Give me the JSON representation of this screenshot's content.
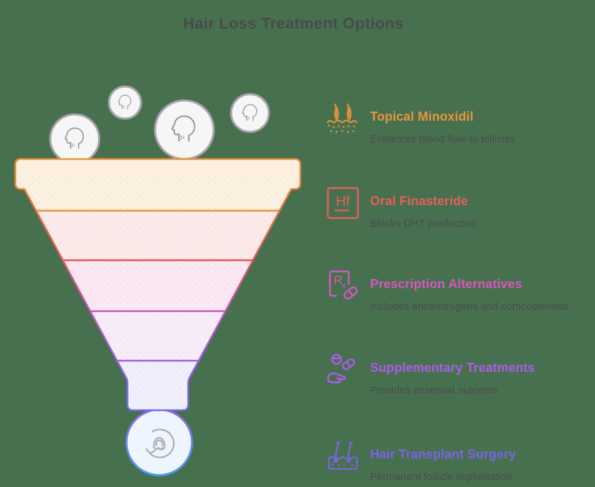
{
  "background_color": "#47714E",
  "header": {
    "title": "Hair Loss Treatment Options",
    "color": "#4A4A4A"
  },
  "funnel": {
    "stage_fills": [
      "#FCF0E1",
      "#FCE9E9",
      "#FBE8F3",
      "#F7ECFA",
      "#F0EFFD"
    ],
    "divider_colors": [
      "#E8943E",
      "#E25757",
      "#D053BC",
      "#A45CE1"
    ],
    "outline_gradient": [
      "#E8923C",
      "#E25A5E",
      "#D054BC",
      "#7569EA"
    ],
    "head_bubbles": {
      "count": 4,
      "fill": "#F7F6F7",
      "stroke": "#A9A4AC",
      "icon": "head-profile-icon"
    },
    "result_bubble": {
      "fill": "#EFF5FE",
      "stroke_top": "#8A68E8",
      "stroke_bottom": "#4D9BEF",
      "icon": "hair-regrowth-cycle-icon",
      "icon_color": "#ACACB0"
    }
  },
  "items": [
    {
      "title": "Topical Minoxidil",
      "description": "Enhances blood flow to follicles",
      "accent_color": "#E8953C",
      "icon": "hair-follicle-icon"
    },
    {
      "title": "Oral Finasteride",
      "description": "Blocks DHT production",
      "accent_color": "#E85D5C",
      "icon": "finasteride-element-box-icon",
      "icon_text": "Hf"
    },
    {
      "title": "Prescription Alternatives",
      "description": "Includes antiandrogens and corticosteroids",
      "accent_color": "#D655C0",
      "icon": "prescription-rx-pill-icon",
      "icon_text_r": "R",
      "icon_text_x": "x"
    },
    {
      "title": "Supplementary Treatments",
      "description": "Provides essential nutrients",
      "accent_color": "#AC5CE8",
      "icon": "hand-holding-pills-icon"
    },
    {
      "title": "Hair Transplant Surgery",
      "description": "Permanent follicle implantation",
      "accent_color": "#7B62E8",
      "icon": "hair-transplant-skin-icon"
    }
  ]
}
